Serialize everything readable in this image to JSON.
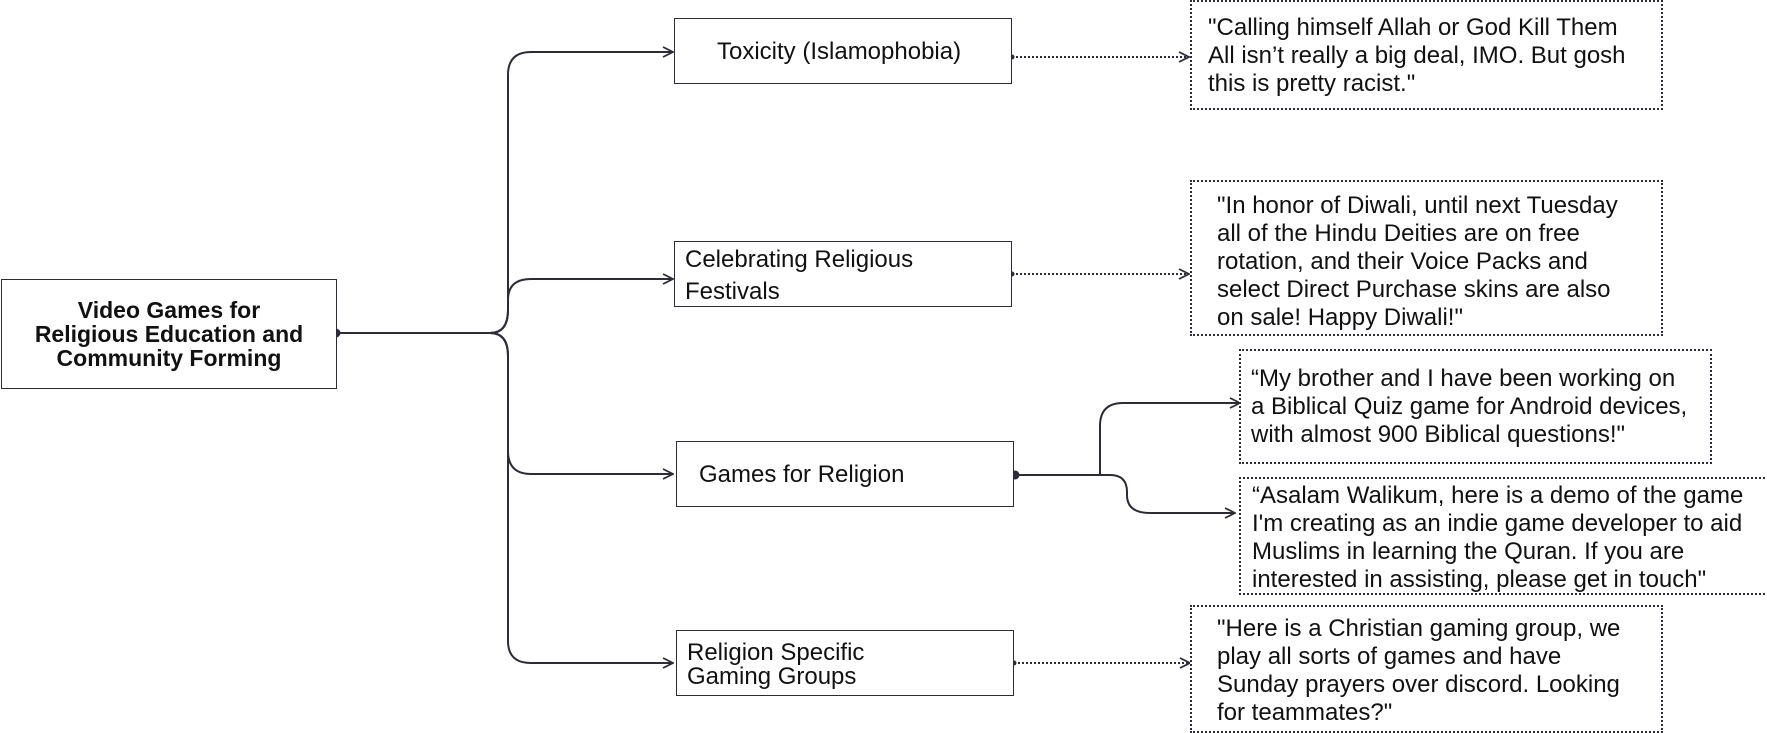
{
  "root": {
    "label": "Video Games for\nReligious Education and\nCommunity Forming"
  },
  "branches": [
    {
      "label": "Toxicity (Islamophobia)",
      "quotes": [
        "\"Calling himself Allah or God Kill Them\nAll isn’t really a big deal, IMO. But gosh\nthis is pretty racist.\""
      ]
    },
    {
      "label": "Celebrating Religious\n Festivals",
      "quotes": [
        "\"In honor of Diwali, until next Tuesday\nall of the Hindu Deities are on free\nrotation, and their Voice Packs and\nselect Direct Purchase skins are also\non sale! Happy Diwali!\""
      ]
    },
    {
      "label": "Games for Religion",
      "quotes": [
        "“My brother and I have been working on\na Biblical Quiz game for Android devices,\nwith almost 900 Biblical questions!\"",
        "“Asalam Walikum, here is a demo of the game\nI'm creating as an indie game developer to aid\nMuslims in learning the Quran. If you are\ninterested in assisting, please get in touch\""
      ]
    },
    {
      "label": "Religion Specific\n Gaming Groups",
      "quotes": [
        "\"Here is a Christian gaming group, we\nplay all sorts of games and have\nSunday prayers over discord. Looking\nfor teammates?\""
      ]
    }
  ],
  "colors": {
    "line": "#2b2b3a",
    "text": "#111111",
    "background": "#ffffff"
  }
}
